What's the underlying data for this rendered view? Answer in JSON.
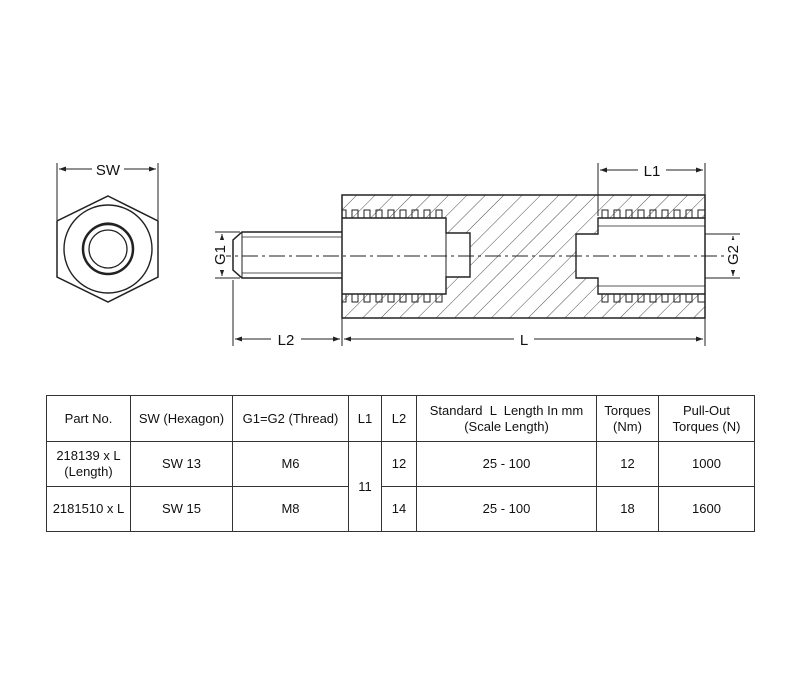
{
  "drawing": {
    "labels": {
      "sw": "SW",
      "g1": "G1",
      "g2": "G2",
      "l1": "L1",
      "l2": "L2",
      "l": "L"
    }
  },
  "table": {
    "headers": {
      "part_no": "Part No.",
      "sw": "SW (Hexagon)",
      "thread": "G1=G2 (Thread)",
      "l1": "L1",
      "l2": "L2",
      "standard_line1": "Standard  L  Length In mm",
      "standard_line2": "(Scale Length)",
      "torques_line1": "Torques",
      "torques_line2": "(Nm)",
      "pullout_line1": "Pull-Out",
      "pullout_line2": "Torques (N)"
    },
    "l1_shared": "11",
    "rows": [
      {
        "part_line1": "218139 x L",
        "part_line2": "(Length)",
        "sw": "SW 13",
        "thread": "M6",
        "l2": "12",
        "standard": "25 - 100",
        "torques": "12",
        "pullout": "1000"
      },
      {
        "part_line1": "2181510 x L",
        "sw": "SW 15",
        "thread": "M8",
        "l2": "14",
        "standard": "25 - 100",
        "torques": "18",
        "pullout": "1600"
      }
    ]
  }
}
